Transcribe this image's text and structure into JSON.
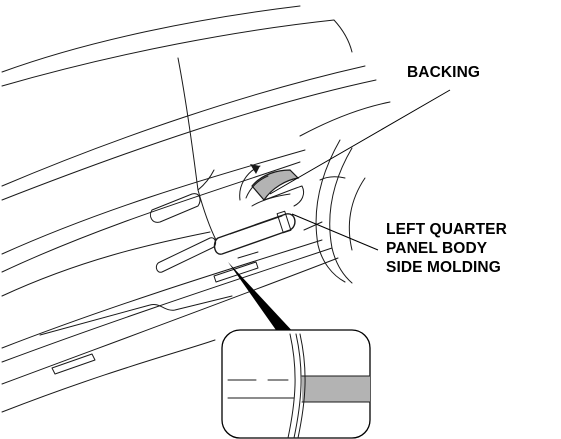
{
  "labels": {
    "backing": "BACKING",
    "molding_line1": "LEFT QUARTER",
    "molding_line2": "PANEL BODY",
    "molding_line3": "SIDE MOLDING"
  },
  "colors": {
    "line": "#1a1a1a",
    "molding_fill": "#b3b3b3",
    "background": "#ffffff"
  }
}
